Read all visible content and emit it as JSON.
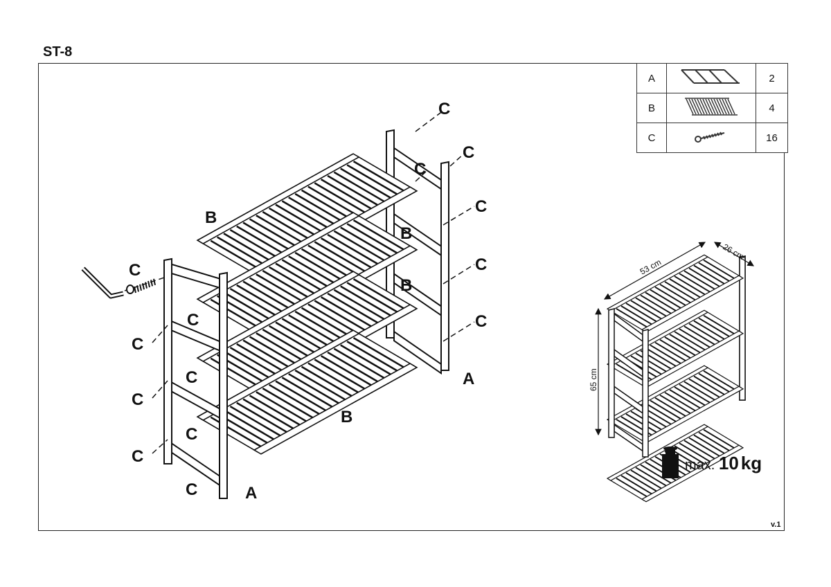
{
  "title": "ST-8",
  "version": "v.1",
  "parts": [
    {
      "letter": "A",
      "icon": "side-frame-ladder",
      "qty": "2"
    },
    {
      "letter": "B",
      "icon": "slatted-shelf",
      "qty": "4"
    },
    {
      "letter": "C",
      "icon": "screw-bolt",
      "qty": "16"
    }
  ],
  "diagram": {
    "label_frame": "A",
    "label_shelf": "B",
    "label_screw": "C"
  },
  "dimensions": {
    "width": "53 cm",
    "depth": "26 cm",
    "height": "65 cm"
  },
  "load": {
    "prefix": "max.",
    "value": "10",
    "unit": "kg",
    "icon": "weight-icon"
  }
}
